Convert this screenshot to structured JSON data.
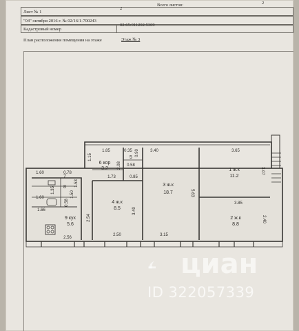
{
  "header": {
    "sheet_label": "Лист № 1",
    "sheet_number": "2",
    "total_sheets_label": "Всего листов:",
    "total_sheets": "2",
    "date_line": "\"04\" октября 2016 г. № 02/16/1-700243",
    "cadastral_label": "Кадастровый номер",
    "cadastral_number": "02:65:011202:5309",
    "plan_title": "План расположения помещения на этаже",
    "floor": "Этаж № 3"
  },
  "rooms": [
    {
      "name": "1 ж.к",
      "area": "11.2"
    },
    {
      "name": "2 ж.к",
      "area": "8.8"
    },
    {
      "name": "3 ж.к",
      "area": "18.7"
    },
    {
      "name": "4 ж.к",
      "area": "8.5"
    },
    {
      "name": "5",
      "area": "0.58"
    },
    {
      "name": "6 кор",
      "area": "3.2"
    },
    {
      "name": "7",
      "area": ""
    },
    {
      "name": "8",
      "area": ""
    },
    {
      "name": "9 кух",
      "area": "5.6"
    }
  ],
  "dimensions": [
    "1.85",
    "3.40",
    "3.65",
    "0.35",
    "0.90",
    "1.15",
    "2.08",
    "0.85",
    "1.73",
    "5.63",
    "3.07",
    "3.85",
    "1.60",
    "0.78",
    "1.53",
    "1.35",
    "2.40",
    "1.50",
    "1.66",
    "0.58",
    "3.40",
    "2.54",
    "2.56",
    "2.50",
    "3.15",
    "1.60"
  ],
  "watermark": {
    "brand": "циан",
    "listing_id": "ID 322057339"
  }
}
